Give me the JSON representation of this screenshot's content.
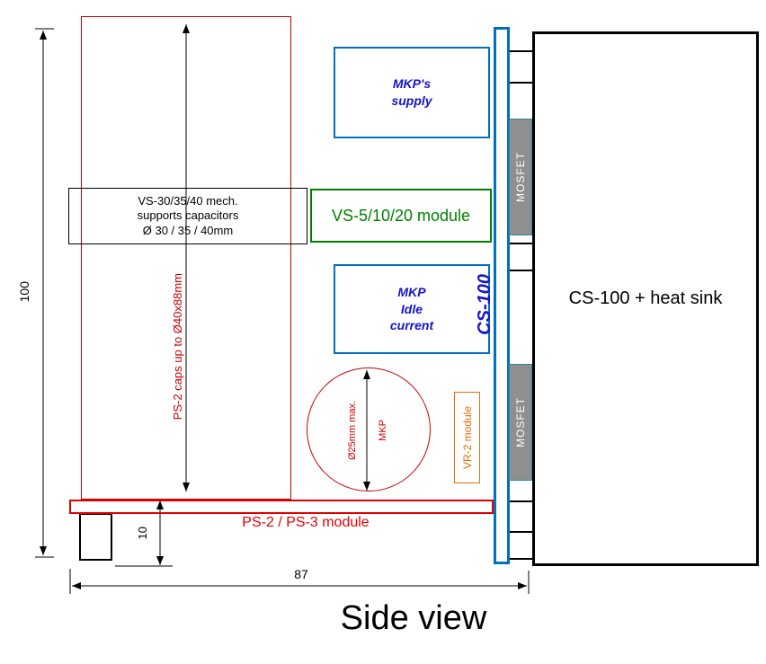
{
  "title": "Side view",
  "dims": {
    "overall_height": "100",
    "foot_height": "10",
    "overall_width": "87"
  },
  "left_assembly": {
    "caps_area": "PS-2 caps up to Ø40x88mm",
    "supports_note": "VS-30/35/40 mech.\nsupports capacitors\nØ 30 / 35 / 40mm",
    "board": "PS-2 / PS-3 module"
  },
  "modules": {
    "mkp_supply": "MKP's\nsupply",
    "vs_module": "VS-5/10/20 module",
    "mkp_idle": "MKP\nIdle\ncurrent",
    "mkp_cap_diameter": "Ø25mm max.",
    "mkp_cap_name": "MKP",
    "vr2": "VR-2 module"
  },
  "right_assembly": {
    "cs100_board": "CS-100",
    "heatsink": "CS-100 + heat sink",
    "mosfet_top": "MOSFET",
    "mosfet_bottom": "MOSFET"
  },
  "colors": {
    "red": "#c80000",
    "red_bright": "#e10000",
    "blue_border": "#0070c0",
    "blue_text": "#1414cc",
    "green": "#008000",
    "orange": "#e36c0a",
    "mosfet_fill": "#8f8f8f",
    "mosfet_border": "#31849b",
    "mosfet_text": "#ffffff"
  }
}
